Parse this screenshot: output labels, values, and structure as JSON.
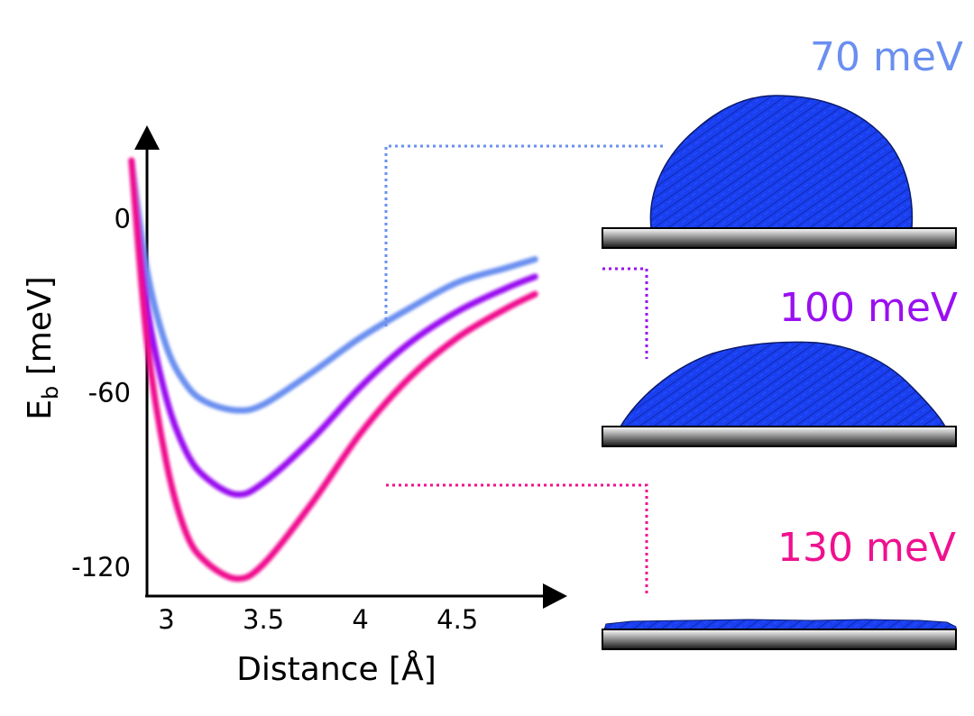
{
  "chart_data": {
    "type": "line",
    "xlabel": "Distance [Å]",
    "ylabel": {
      "main": "E",
      "sub": "b",
      "rest": " [meV]"
    },
    "x_ticks": [
      3,
      3.5,
      4,
      4.5
    ],
    "x_tick_labels": [
      "3",
      "3.5",
      "4",
      "4.5"
    ],
    "y_ticks": [
      0,
      -60,
      -120
    ],
    "y_tick_labels": [
      "0",
      "-60",
      "-120"
    ],
    "xlim": [
      2.9,
      4.95
    ],
    "ylim": [
      -130,
      25
    ],
    "grid": false,
    "legend": "none",
    "series": [
      {
        "name": "70 meV",
        "color": "#6a8ff0",
        "well_depth": 66,
        "r_min": 3.36,
        "x": [
          2.82,
          2.9,
          3.0,
          3.1,
          3.2,
          3.36,
          3.5,
          3.75,
          4.0,
          4.25,
          4.5,
          4.75,
          4.9
        ],
        "y": [
          20,
          -18,
          -44,
          -57,
          -63,
          -66,
          -64,
          -53,
          -41,
          -31,
          -22,
          -17,
          -14
        ]
      },
      {
        "name": "100 meV",
        "color": "#9a0ff0",
        "well_depth": 95,
        "r_min": 3.36,
        "x": [
          2.82,
          2.9,
          3.0,
          3.1,
          3.2,
          3.36,
          3.5,
          3.75,
          4.0,
          4.25,
          4.5,
          4.75,
          4.9
        ],
        "y": [
          20,
          -30,
          -62,
          -80,
          -89,
          -95,
          -91,
          -76,
          -58,
          -43,
          -32,
          -24,
          -20
        ]
      },
      {
        "name": "130 meV",
        "color": "#f0108f",
        "well_depth": 124,
        "r_min": 3.36,
        "x": [
          2.82,
          2.9,
          3.0,
          3.1,
          3.2,
          3.36,
          3.5,
          3.75,
          4.0,
          4.25,
          4.5,
          4.75,
          4.9
        ],
        "y": [
          20,
          -42,
          -84,
          -108,
          -118,
          -124,
          -119,
          -98,
          -74,
          -55,
          -41,
          -31,
          -26
        ]
      }
    ]
  },
  "panels": [
    {
      "label": "70 meV",
      "color": "#6a8ff0",
      "contact_angle": "large"
    },
    {
      "label": "100 meV",
      "color": "#9a0ff0",
      "contact_angle": "medium"
    },
    {
      "label": "130 meV",
      "color": "#f0108f",
      "contact_angle": "wetting"
    }
  ],
  "colors": {
    "droplet": "#1a3ff0",
    "droplet_edge": "#0b1a6a",
    "substrate_top": "#ffffff",
    "substrate_bottom": "#151515",
    "axes": "#000000"
  }
}
